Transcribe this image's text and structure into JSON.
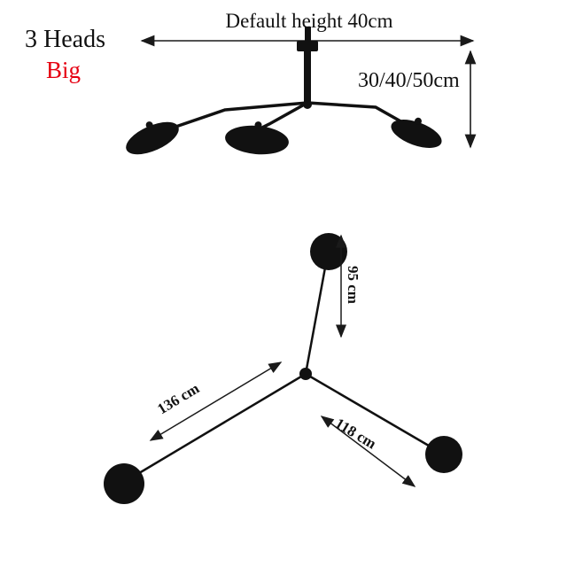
{
  "colors": {
    "ink": "#111111",
    "accent_red": "#e60012",
    "line": "#1a1a1a"
  },
  "header": {
    "title": "3 Heads",
    "variant": "Big",
    "height_label": "Default height 40cm",
    "rod_label": "30/40/50cm"
  },
  "schematic": {
    "arm_top_length": "95 cm",
    "arm_left_length": "136 cm",
    "arm_right_length": "118 cm"
  },
  "icons": {
    "lamp_illustration": "three-arm-ceiling-lamp",
    "arrows": "double-headed-dimension-arrows"
  }
}
